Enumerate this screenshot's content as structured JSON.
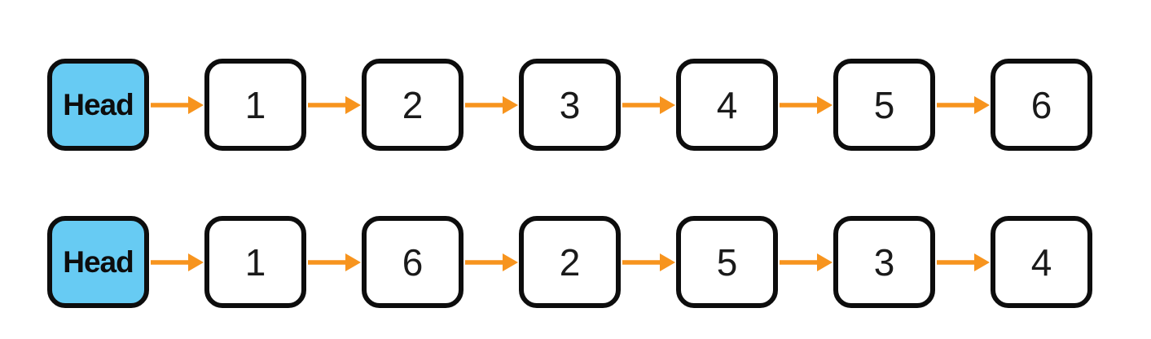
{
  "diagram": {
    "description": "Linked list reordering diagram with two singly linked lists",
    "rows": [
      {
        "name": "original-list",
        "head_label": "Head",
        "nodes": [
          "1",
          "2",
          "3",
          "4",
          "5",
          "6"
        ]
      },
      {
        "name": "reordered-list",
        "head_label": "Head",
        "nodes": [
          "1",
          "6",
          "2",
          "5",
          "3",
          "4"
        ]
      }
    ],
    "colors": {
      "head_fill": "#67cbf3",
      "node_fill": "#ffffff",
      "border": "#0d0d0d",
      "arrow": "#f7941e",
      "background": "#ffffff"
    }
  }
}
